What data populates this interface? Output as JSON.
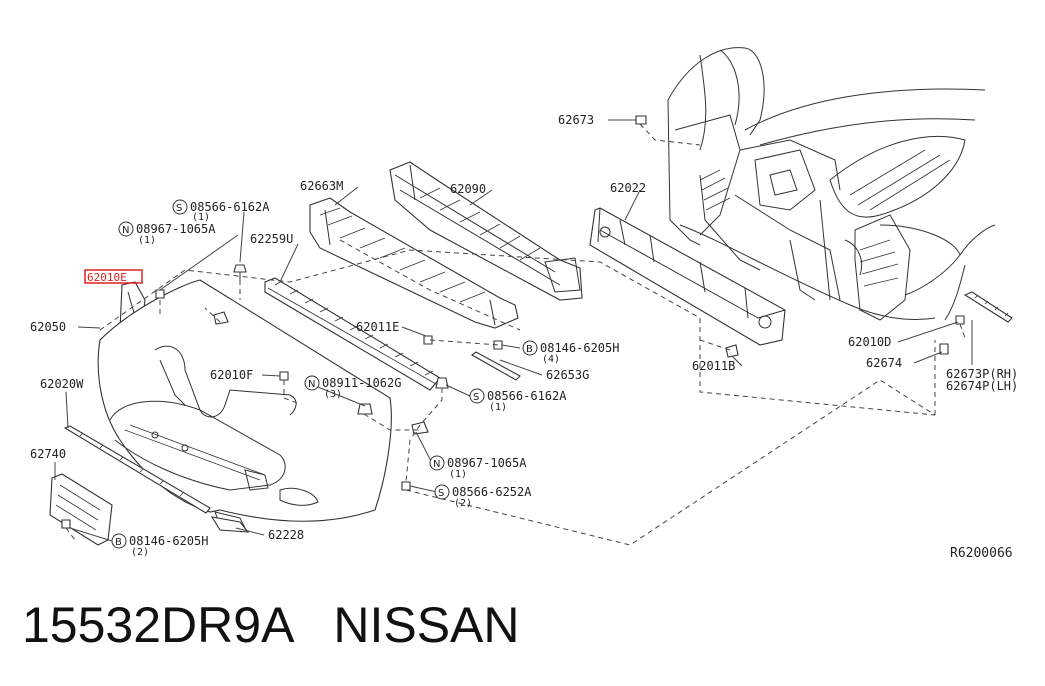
{
  "highlight_label": "62010E",
  "labels": {
    "p62673": "62673",
    "p62663M": "62663M",
    "p62090": "62090",
    "p62022": "62022",
    "s_08566_6162A_top": "08566-6162A",
    "s_08566_6162A_top_qty": "(1)",
    "n_08967_1065A_top": "08967-1065A",
    "n_08967_1065A_top_qty": "(1)",
    "p62259U": "62259U",
    "p62050": "62050",
    "p62011E": "62011E",
    "b_08146_6205H_mid": "08146-6205H",
    "b_08146_6205H_mid_qty": "(4)",
    "p62653G": "62653G",
    "p62010F": "62010F",
    "n_08911_1062G": "08911-1062G",
    "n_08911_1062G_qty": "(3)",
    "s_08566_6162A_mid": "08566-6162A",
    "s_08566_6162A_mid_qty": "(1)",
    "p62020W": "62020W",
    "p62011B": "62011B",
    "p62010D": "62010D",
    "p62674": "62674",
    "p62673P": "62673P(RH)",
    "p62674P": "62674P(LH)",
    "p62740": "62740",
    "n_08967_1065A_low": "08967-1065A",
    "n_08967_1065A_low_qty": "(1)",
    "s_08566_6252A": "08566-6252A",
    "s_08566_6252A_qty": "(2)",
    "b_08146_6205H_low": "08146-6205H",
    "b_08146_6205H_low_qty": "(2)",
    "p62228": "62228",
    "ref_code": "R6200066"
  },
  "symbols": {
    "S": "S",
    "N": "N",
    "B": "B"
  },
  "caption": {
    "part_number": "15532DR9A",
    "brand": "NISSAN"
  },
  "colors": {
    "highlight": "#e02020",
    "ink": "#333333"
  }
}
